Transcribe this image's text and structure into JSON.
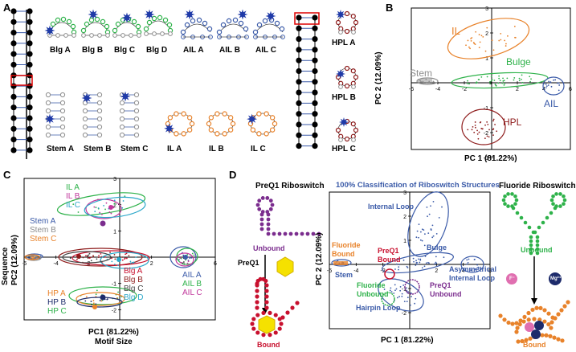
{
  "panels": {
    "a": "A",
    "b": "B",
    "c": "C",
    "d": "D"
  },
  "colors": {
    "orange": "#e8822a",
    "green": "#2eb24a",
    "blue": "#3a5aa8",
    "darkred": "#8e1b1b",
    "grey": "#8c8c8c",
    "purple": "#7b2d8e",
    "red": "#c8102e",
    "magenta": "#c0369b",
    "cyan": "#2aa7c9",
    "yellow": "#f5e100",
    "navy": "#1d2b6b"
  },
  "panel_a": {
    "labels": {
      "blg_a": "Blg A",
      "blg_b": "Blg B",
      "blg_c": "Blg C",
      "blg_d": "Blg D",
      "ail_a": "AIL A",
      "ail_b": "AIL B",
      "ail_c": "AIL C",
      "hpl_a": "HPL A",
      "hpl_b": "HPL B",
      "hpl_c": "HPL C",
      "stem_a": "Stem A",
      "stem_b": "Stem B",
      "stem_c": "Stem C",
      "il_a": "IL A",
      "il_b": "IL B",
      "il_c": "IL C"
    }
  },
  "chart_data": [
    {
      "panel": "B",
      "type": "scatter",
      "xlabel": "PC 1 (81.22%)",
      "ylabel": "PC 2 (12.09%)",
      "xlim": [
        -6,
        6
      ],
      "ylim": [
        -3,
        3
      ],
      "xticks": [
        "-6",
        "-4",
        "-2",
        "0",
        "2",
        "4",
        "6"
      ],
      "yticks": [
        "3",
        "2",
        "1",
        "-1",
        "-2",
        "-3"
      ],
      "series": [
        {
          "name": "IL",
          "color": "#e8822a"
        },
        {
          "name": "Bulge",
          "color": "#2eb24a"
        },
        {
          "name": "Stem",
          "color": "#8c8c8c"
        },
        {
          "name": "AIL",
          "color": "#3a5aa8"
        },
        {
          "name": "HPL",
          "color": "#8e1b1b"
        }
      ]
    },
    {
      "panel": "C",
      "type": "scatter",
      "xlabel": "PC1 (81.22%)",
      "xlabel2": "Motif Size",
      "ylabel": "PC2 (12.09%)",
      "ylabel2": "Sequence",
      "xlim": [
        -6,
        6
      ],
      "ylim": [
        -3,
        3
      ],
      "xticks": [
        "-6",
        "-4",
        "-2",
        "0",
        "2",
        "4",
        "6"
      ],
      "yticks": [
        "3",
        "2",
        "1",
        "-1",
        "-2",
        "-3"
      ],
      "legend_groups": [
        {
          "items": [
            {
              "name": "IL A",
              "color": "#2eb24a"
            },
            {
              "name": "IL B",
              "color": "#c0369b"
            },
            {
              "name": "IL C",
              "color": "#2aa7c9"
            }
          ]
        },
        {
          "items": [
            {
              "name": "Stem A",
              "color": "#3a5aa8"
            },
            {
              "name": "Stem B",
              "color": "#8c8c8c"
            },
            {
              "name": "Stem C",
              "color": "#e8822a"
            }
          ]
        },
        {
          "items": [
            {
              "name": "Blg A",
              "color": "#c8102e"
            },
            {
              "name": "Blg B",
              "color": "#8e1b1b"
            },
            {
              "name": "Blg C",
              "color": "#444444"
            },
            {
              "name": "Blg D",
              "color": "#2aa7c9"
            }
          ]
        },
        {
          "items": [
            {
              "name": "AIL A",
              "color": "#3a5aa8"
            },
            {
              "name": "AIL B",
              "color": "#2eb24a"
            },
            {
              "name": "AIL C",
              "color": "#c0369b"
            }
          ]
        },
        {
          "items": [
            {
              "name": "HP A",
              "color": "#e8822a"
            },
            {
              "name": "HP B",
              "color": "#1d2b6b"
            },
            {
              "name": "HP C",
              "color": "#2eb24a"
            }
          ]
        }
      ]
    },
    {
      "panel": "D",
      "type": "scatter",
      "title": "100% Classification of Riboswitch Structures",
      "xlabel": "PC 1 (81.22%)",
      "ylabel": "PC 2 (12.09%)",
      "xlim": [
        -6,
        6
      ],
      "ylim": [
        -3,
        3
      ],
      "xticks": [
        "-6",
        "-4",
        "-2",
        "0",
        "2",
        "4",
        "6"
      ],
      "yticks": [
        "3",
        "2",
        "1",
        "-1",
        "-2",
        "-3"
      ],
      "annotations": [
        {
          "text": "Internal Loop",
          "color": "#3a5aa8"
        },
        {
          "text": "Bulge",
          "color": "#3a5aa8"
        },
        {
          "text": "Fluoride Bound",
          "color": "#e8822a"
        },
        {
          "text": "PreQ1 Bound",
          "color": "#c8102e"
        },
        {
          "text": "Stem",
          "color": "#3a5aa8"
        },
        {
          "text": "Fluoride Unbound",
          "color": "#2eb24a"
        },
        {
          "text": "PreQ1 Unbound",
          "color": "#7b2d8e"
        },
        {
          "text": "Asymmetrical Internal Loop",
          "color": "#3a5aa8"
        },
        {
          "text": "Hairpin Loop",
          "color": "#3a5aa8"
        }
      ]
    }
  ],
  "panel_d": {
    "preq1_title": "PreQ1 Riboswitch",
    "fluoride_title": "Fluoride Riboswitch",
    "unbound": "Unbound",
    "bound": "Bound",
    "ligand": "PreQ1",
    "f_ion": "F⁻",
    "mg_ion": "Mg²⁺"
  }
}
